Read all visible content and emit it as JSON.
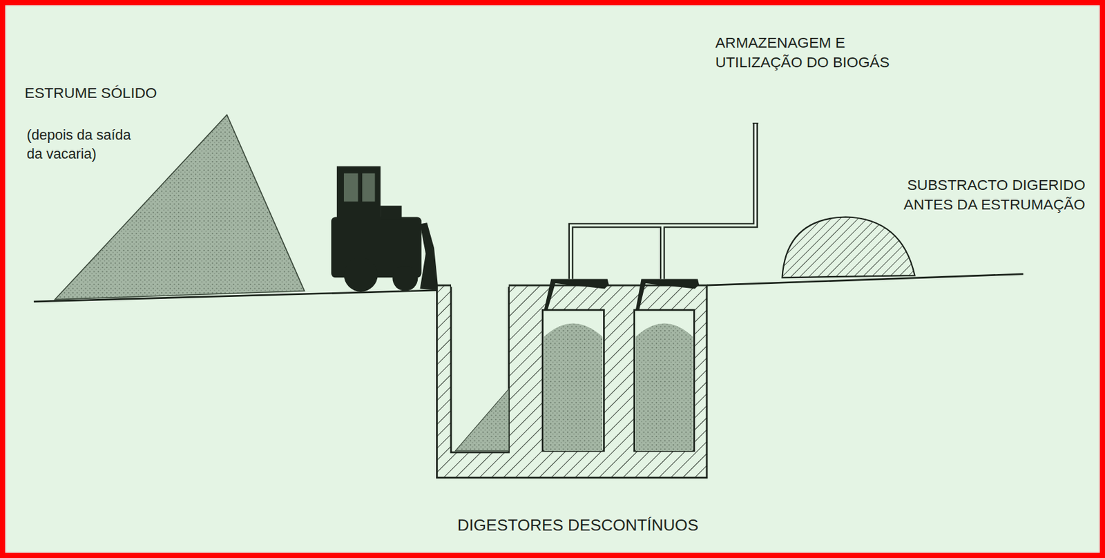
{
  "diagram": {
    "caption": "DIGESTORES DESCONTÍNUOS",
    "labels": [
      "ESTRUME SÓLIDO",
      "(depois da saída da vacaria)",
      "ARMAZENAGEM E UTILIZAÇÃO DO BIOGÁS",
      "SUBSTRACTO DIGERIDO ANTES DA ESTRUMAÇÃO"
    ]
  }
}
